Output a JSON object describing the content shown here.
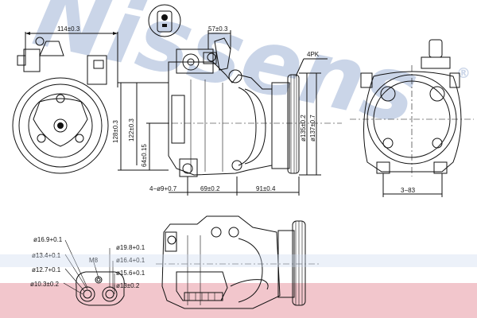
{
  "watermark": {
    "text": "Nissens",
    "registered": "®",
    "color": "#9fb3d6",
    "band_color": "#f2c6cc"
  },
  "dims": {
    "d114": "114±0.3",
    "d57": "57±0.3",
    "pk": "4PK",
    "d128": "128±0.3",
    "d122": "122±0.3",
    "d64": "64±0.15",
    "d135": "ø135±0.2",
    "d137": "ø137±0.7",
    "d4x9": "4−ø9+0.7",
    "d69": "69±0.2",
    "d91": "91±0.4",
    "d383": "3−83"
  },
  "ports": {
    "p169": "ø16.9+0.1",
    "p134": "ø13.4+0.1",
    "m8": "M8",
    "p127": "ø12.7+0.1",
    "p103": "ø10.3±0.2",
    "p198": "ø19.8+0.1",
    "p164": "ø16.4+0.1",
    "p156": "ø15.6+0.1",
    "p13": "ø13±0.2"
  }
}
